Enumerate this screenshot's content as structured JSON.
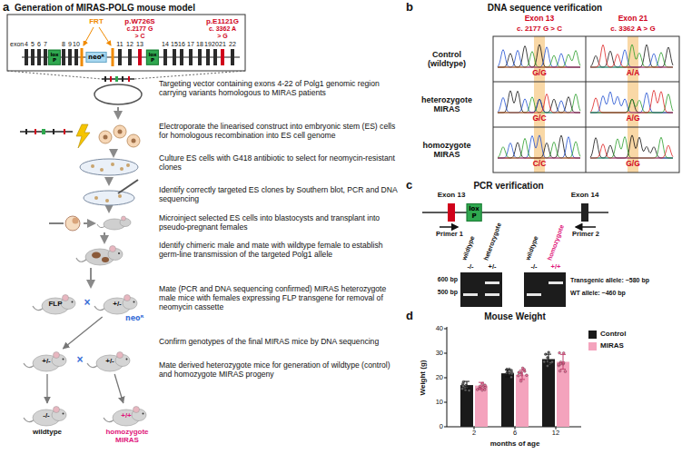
{
  "diagram": {
    "nodes": [
      {
        "text": [
          "lox P"
        ]
      },
      {
        "text": [
          "neoᴿ"
        ]
      },
      {
        "text": [
          "lox P"
        ]
      },
      {
        "text": [
          "FLP"
        ]
      },
      {
        "text": [
          "+/-",
          "neoᴿ"
        ]
      },
      {
        "text": [
          "+/-"
        ]
      },
      {
        "text": [
          "+/-"
        ]
      },
      {
        "text": [
          "-/-",
          "wildtype"
        ]
      },
      {
        "text": [
          "+/+",
          "homozygote MIRAS"
        ]
      },
      {
        "text": [
          "lox P"
        ]
      }
    ],
    "edges": [
      {
        "from": 4,
        "to": 5,
        "arrow": "to"
      },
      {
        "from": 5,
        "to": 7,
        "arrow": "to"
      },
      {
        "from": 6,
        "to": 8,
        "arrow": "to"
      }
    ],
    "labels": [
      "a",
      "Generation of MIRAS-POLG mouse model",
      "p.W726S",
      "p.E1121G",
      "FRT",
      "c.2177 G > C",
      "c. 3362 A > G",
      "exon",
      "4",
      "5",
      "6",
      "7",
      "8",
      "9",
      "10",
      "11",
      "12",
      "13",
      "14",
      "15",
      "16",
      "17",
      "18",
      "19",
      "20",
      "21",
      "22",
      "Targeting vector containing exons 4-22 of Polg1 genomic region carrying variants homologous to MIRAS patients",
      "Electroporate the linearised construct into embryonic stem (ES) cells for homologous recombination into ES cell genome",
      "Culture ES cells with G418 antibiotic to select for neomycin-resistant clones",
      "Identify correctly targeted ES clones by Southern blot, PCR and DNA sequencing",
      "Microinject selected ES cells into blastocysts and transplant into pseudo-pregnant females",
      "Identify chimeric male and mate with wildtype female to establish germ-line transmission of the targeted Polg1 allele",
      "Mate (PCR and DNA sequencing confirmed) MIRAS heterozygote male mice with females expressing FLP transgene for removal of neomycin cassette",
      "Confirm genotypes of the final MIRAS mice by DNA sequencing",
      "Mate derived heterozygote mice for generation of wildtype (control) and homozygote MIRAS progeny",
      "×",
      "×",
      "b",
      "DNA sequence verification",
      "Exon 13",
      "c. 2177 G > C",
      "Exon 21",
      "c. 3362 A > G",
      "Control (wildtype)",
      "heterozygote MIRAS",
      "homozygote MIRAS",
      "G/G",
      "A/A",
      "G/C",
      "A/G",
      "C/C",
      "G/G",
      "c",
      "PCR verification",
      "Exon 13",
      "Exon 14",
      "Primer 1",
      "Primer 2",
      "wildtype",
      "heterozygote",
      "wildtype",
      "homozygote",
      "-/-",
      "+/-",
      "-/-",
      "+/+",
      "600 bp",
      "500 bp",
      "Transgenic allele: ~580 bp",
      "WT allele: ~460 bp",
      "d",
      "Mouse Weight",
      "Weight (g)",
      "0",
      "10",
      "20",
      "30",
      "40",
      "2",
      "6",
      "12",
      "months of age"
    ],
    "legend": [
      {
        "text": "Control",
        "color": "#1a1a1a"
      },
      {
        "text": "MIRAS",
        "color": "#f4a3bd"
      }
    ]
  }
}
